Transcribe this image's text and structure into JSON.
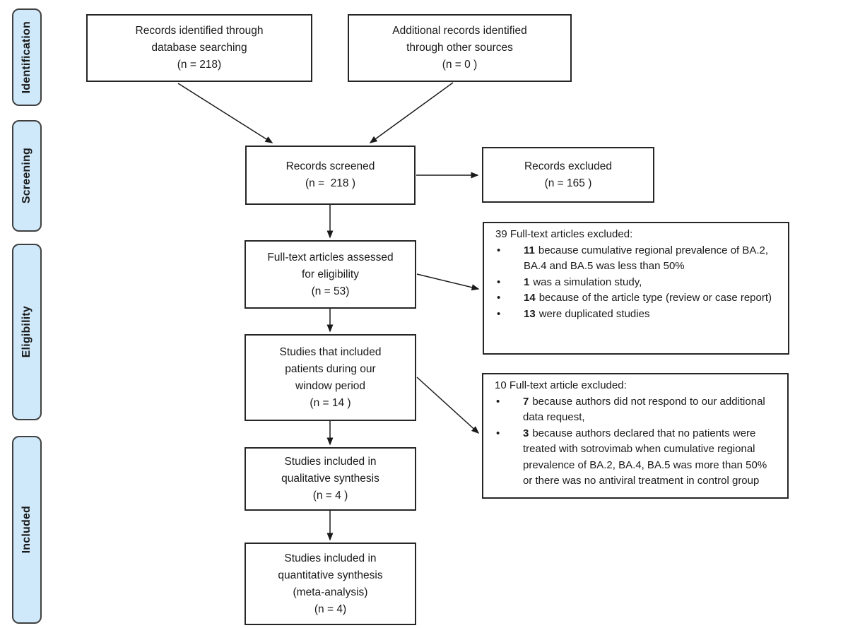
{
  "stages": [
    {
      "label": "Identification"
    },
    {
      "label": "Screening"
    },
    {
      "label": "Eligibility"
    },
    {
      "label": "Included"
    }
  ],
  "flow_boxes": {
    "records_identified": {
      "text": "Records identified through\ndatabase searching\n(n = 218)"
    },
    "additional_records": {
      "text": "Additional records identified\nthrough other sources\n(n = 0 )"
    },
    "records_screened": {
      "text": "Records screened\n(n =  218 )"
    },
    "records_excluded": {
      "text": "Records excluded\n(n = 165 )"
    },
    "fulltext_assessed": {
      "text": "Full-text articles assessed\nfor eligibility\n(n = 53)"
    },
    "window_period": {
      "text": "Studies that included\npatients during our\nwindow period\n(n = 14 )"
    },
    "qualitative_synthesis": {
      "text": "Studies included in\nqualitative synthesis\n(n = 4 )"
    },
    "quantitative_synthesis": {
      "text": "Studies included in\nquantitative synthesis\n(meta-analysis)\n(n = 4)"
    }
  },
  "exclusion_boxes": [
    {
      "title": "39 Full-text articles excluded:",
      "bullets": [
        {
          "num": "11",
          "text": "because cumulative regional prevalence of BA.2, BA.4 and BA.5 was less than 50%"
        },
        {
          "num": "1",
          "text": "was a simulation study,"
        },
        {
          "num": "14",
          "text": "because of the article type (review or case report)"
        },
        {
          "num": "13",
          "text": "were duplicated studies"
        }
      ]
    },
    {
      "title": "10 Full-text article excluded:",
      "bullets": [
        {
          "num": "7",
          "text": "because authors did not respond to our additional data request,"
        },
        {
          "num": "3",
          "text": "because authors declared that no patients were treated with sotrovimab when cumulative regional prevalence of BA.2, BA.4, BA.5 was more than 50% or there was no antiviral treatment in control group"
        }
      ]
    }
  ],
  "glyphs": {
    "bullet": "•"
  },
  "colors": {
    "stage_label_fill": "#cfe9fa",
    "stage_label_border": "#404040",
    "box_border": "#262626",
    "arrow": "#1a1a1a",
    "background": "#ffffff",
    "text": "#1a1a1a"
  }
}
